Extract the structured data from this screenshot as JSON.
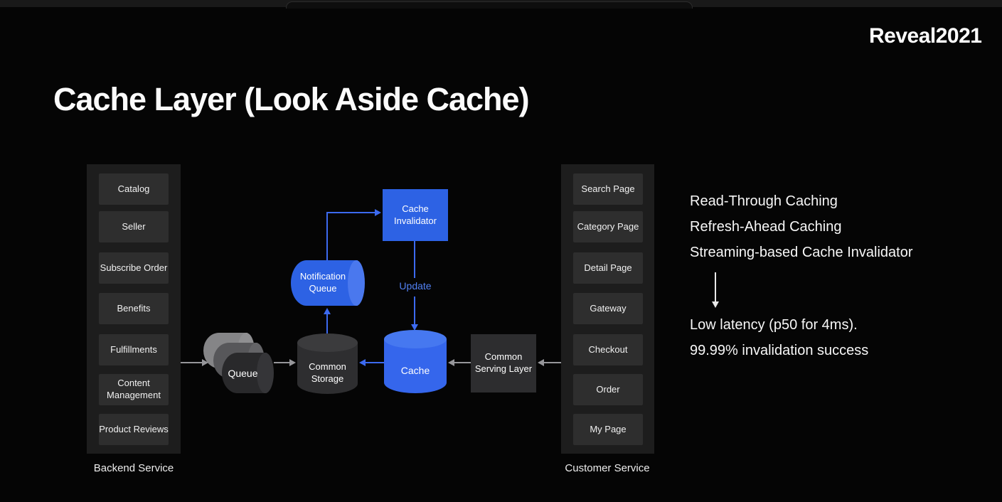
{
  "header": {
    "brand": "Reveal2021",
    "title": "Cache Layer (Look Aside Cache)"
  },
  "diagram": {
    "backend": {
      "label": "Backend Service",
      "items": [
        "Catalog",
        "Seller",
        "Subscribe Order",
        "Benefits",
        "Fulfillments",
        "Content Management",
        "Product Reviews"
      ]
    },
    "customer": {
      "label": "Customer Service",
      "items": [
        "Search Page",
        "Category Page",
        "Detail Page",
        "Gateway",
        "Checkout",
        "Order",
        "My Page"
      ]
    },
    "nodes": {
      "queue": "Queue",
      "common_storage": "Common Storage",
      "cache": "Cache",
      "cache_invalidator": "Cache Invalidator",
      "notification_queue": "Notification Queue",
      "common_serving_layer": "Common Serving Layer"
    },
    "edge_labels": {
      "update": "Update"
    }
  },
  "annotations": {
    "caching_strategies": [
      "Read-Through Caching",
      "Refresh-Ahead Caching",
      "Streaming-based Cache Invalidator"
    ],
    "results": [
      "Low latency (p50 for 4ms).",
      "99.99% invalidation success"
    ]
  },
  "colors": {
    "accent_blue": "#2d62e4",
    "accent_blue_light": "#4a78ee",
    "arrow_blue": "#3c6af0",
    "update_text": "#5180f2",
    "cache_body": "#3566ec",
    "cache_top": "#4678f0",
    "storage_body": "#2e2e30",
    "storage_top": "#3b3b3d",
    "panel_bg": "#1d1d1d",
    "box_bg": "#2e2e2e",
    "node_gray": "#2d2d2f",
    "arrow_gray": "#96969a"
  }
}
